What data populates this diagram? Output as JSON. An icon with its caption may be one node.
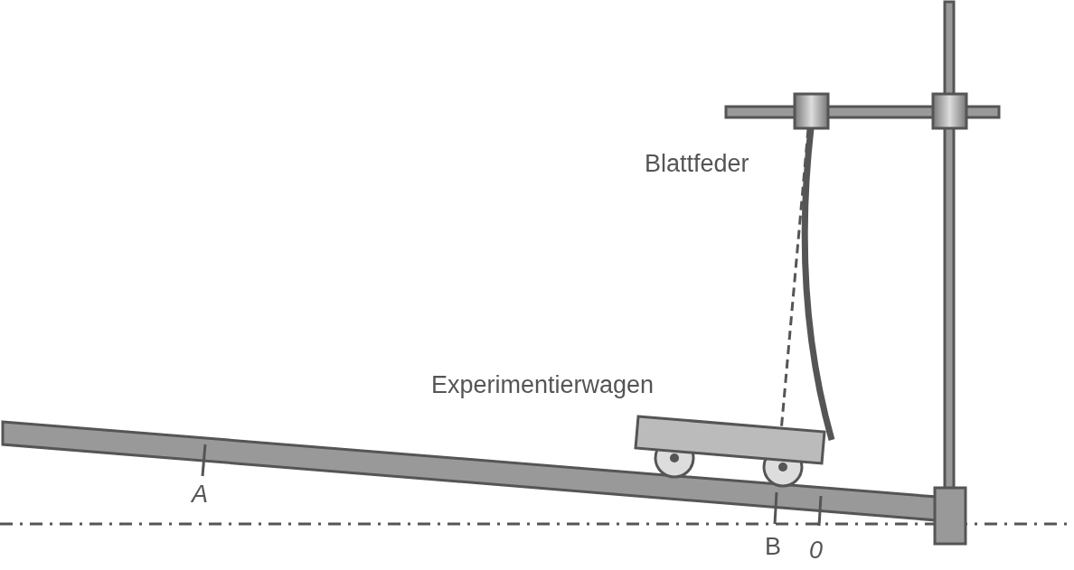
{
  "diagram": {
    "labels": [
      "Blattfeder",
      "Experimentierwagen",
      "A",
      "B",
      "0"
    ]
  }
}
